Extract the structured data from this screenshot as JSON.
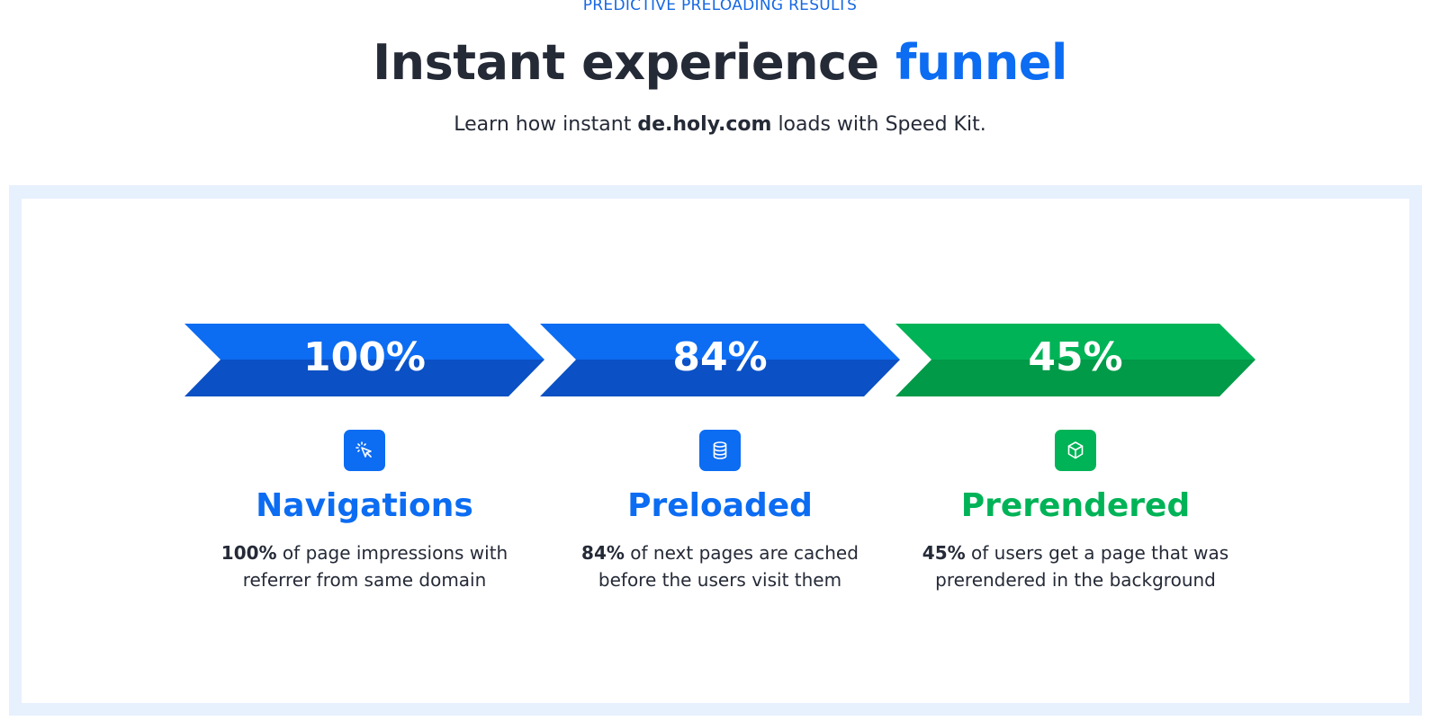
{
  "header": {
    "eyebrow": "PREDICTIVE PRELOADING RESULTS",
    "title_main": "Instant experience ",
    "title_accent": "funnel",
    "subtitle_prefix": "Learn how instant ",
    "subtitle_domain": "de.holy.com",
    "subtitle_suffix": " loads with Speed Kit."
  },
  "colors": {
    "blue": "#0c6cf2",
    "blue_dark": "#0b50c4",
    "green": "#00b357",
    "green_dark": "#009a48",
    "text": "#252a37",
    "frame": "#e7f0fd"
  },
  "funnel": [
    {
      "value": "100%",
      "icon": "cursor-click-icon",
      "title": "Navigations",
      "desc_bold": "100%",
      "desc_line1": " of page impressions with",
      "desc_line2": "referrer from same domain",
      "color": "blue"
    },
    {
      "value": "84%",
      "icon": "database-icon",
      "title": "Preloaded",
      "desc_bold": "84%",
      "desc_line1": " of next pages are cached",
      "desc_line2": "before the users visit them",
      "color": "blue"
    },
    {
      "value": "45%",
      "icon": "cube-icon",
      "title": "Prerendered",
      "desc_bold": "45%",
      "desc_line1": " of users get a page that was",
      "desc_line2": "prerendered in the background",
      "color": "green"
    }
  ]
}
